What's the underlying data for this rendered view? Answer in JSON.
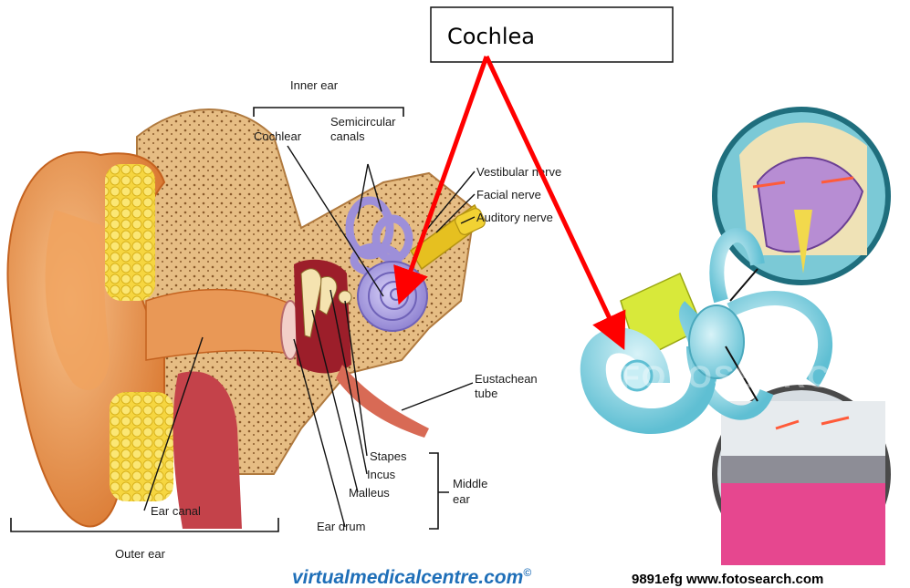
{
  "callout": {
    "label": "Cochlea"
  },
  "left_figure": {
    "group_labels": {
      "inner_ear": "Inner ear",
      "outer_ear": "Outer ear",
      "middle_ear": "Middle\near"
    },
    "labels": {
      "cochlear": "Cochlear",
      "semicircular_canals": "Semicircular\ncanals",
      "vestibular_nerve": "Vestibular nerve",
      "facial_nerve": "Facial  nerve",
      "auditory_nerve": "Auditory nerve",
      "eustachean_tube": "Eustachean\ntube",
      "stapes": "Stapes",
      "incus": "Incus",
      "malleus": "Malleus",
      "ear_drum": "Ear drum",
      "ear_canal": "Ear canal"
    },
    "credit": {
      "prefix": "virtual",
      "middle": "medical",
      "suffix": "centre.com",
      "mark": "©"
    }
  },
  "right_figure": {
    "watermark": "FOTOSEARCH",
    "credit": "9891efg www.fotosearch.com"
  },
  "colors": {
    "arrow": "#ff0000",
    "skin": "#e8893f",
    "skin_light": "#f4b377",
    "bone": "#d9a96a",
    "cochlea_purple": "#a99be0",
    "nerve_yellow": "#e6c020",
    "canal_cyan": "#8fd5e3",
    "credit_blue": "#1f6fb8"
  }
}
